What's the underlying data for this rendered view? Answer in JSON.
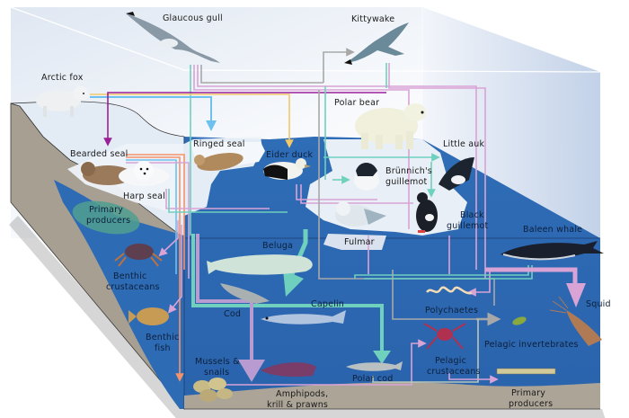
{
  "title": "Arctic marine food web",
  "colors": {
    "sky_top": "#ffffff",
    "sky_side": "#c5d4ea",
    "water": "#2e6bb5",
    "water_deep": "#2863ad",
    "seabed": "#aca497",
    "ice": "#e8eef6",
    "shore_side": "#a89f93",
    "link_pink": "#d9a3d6",
    "link_teal": "#6fd0bd",
    "link_blue": "#6ec0ee",
    "link_yellow": "#f2c96a",
    "link_purple": "#9c1f9a",
    "link_orange": "#f3936c",
    "link_mauve": "#b89bd0",
    "link_gray": "#a8a8a8"
  },
  "organisms": [
    {
      "id": "glaucous-gull",
      "label": "Glaucous gull",
      "icon": "gull-icon"
    },
    {
      "id": "kittywake",
      "label": "Kittywake",
      "icon": "kittiwake-icon"
    },
    {
      "id": "arctic-fox",
      "label": "Arctic fox",
      "icon": "fox-icon"
    },
    {
      "id": "polar-bear",
      "label": "Polar bear",
      "icon": "polar-bear-icon"
    },
    {
      "id": "ringed-seal",
      "label": "Ringed seal",
      "icon": "seal-icon"
    },
    {
      "id": "eider-duck",
      "label": "Eider duck",
      "icon": "duck-icon"
    },
    {
      "id": "bearded-seal",
      "label": "Bearded seal",
      "icon": "seal-icon"
    },
    {
      "id": "harp-seal",
      "label": "Harp seal",
      "icon": "seal-pup-icon"
    },
    {
      "id": "little-auk",
      "label": "Little auk",
      "icon": "auk-icon"
    },
    {
      "id": "brunnichs-guillemot",
      "label": "Brünnich's guillemot",
      "icon": "guillemot-icon"
    },
    {
      "id": "black-guillemot",
      "label": "Black guillemot",
      "icon": "guillemot-icon"
    },
    {
      "id": "fulmar",
      "label": "Fulmar",
      "icon": "fulmar-icon"
    },
    {
      "id": "primary-producers-shelf",
      "label": "Primary producers",
      "icon": "algae-icon"
    },
    {
      "id": "benthic-crustaceans",
      "label": "Benthic crustaceans",
      "icon": "crab-icon"
    },
    {
      "id": "benthic-fish",
      "label": "Benthic fish",
      "icon": "flatfish-icon"
    },
    {
      "id": "beluga",
      "label": "Beluga",
      "icon": "beluga-icon"
    },
    {
      "id": "baleen-whale",
      "label": "Baleen whale",
      "icon": "whale-icon"
    },
    {
      "id": "cod",
      "label": "Cod",
      "icon": "cod-icon"
    },
    {
      "id": "capelin",
      "label": "Capelin",
      "icon": "capelin-icon"
    },
    {
      "id": "polychaetes",
      "label": "Polychaetes",
      "icon": "worm-icon"
    },
    {
      "id": "squid",
      "label": "Squid",
      "icon": "squid-icon"
    },
    {
      "id": "pelagic-invertebrates",
      "label": "Pelagic invertebrates",
      "icon": "copepod-icon"
    },
    {
      "id": "pelagic-crustaceans",
      "label": "Pelagic crustaceans",
      "icon": "spider-crab-icon"
    },
    {
      "id": "mussels-snails",
      "label": "Mussels & snails",
      "icon": "mussel-icon"
    },
    {
      "id": "amphipods",
      "label": "Amphipods, krill & prawns",
      "icon": "prawn-icon"
    },
    {
      "id": "polar-cod",
      "label": "Polar cod",
      "icon": "polar-cod-icon"
    },
    {
      "id": "primary-producers-pelagic",
      "label": "Primary producers",
      "icon": "diatom-icon"
    }
  ],
  "labels": {
    "glaucous_gull": "Glaucous gull",
    "kittywake": "Kittywake",
    "arctic_fox": "Arctic fox",
    "polar_bear": "Polar bear",
    "ringed_seal": "Ringed seal",
    "eider_duck": "Eider duck",
    "bearded_seal": "Bearded seal",
    "harp_seal": "Harp seal",
    "little_auk": "Little auk",
    "brunnich_1": "Brünnich's",
    "brunnich_2": "guillemot",
    "black_guillemot_1": "Black",
    "black_guillemot_2": "guillemot",
    "fulmar": "Fulmar",
    "primary_shelf_1": "Primary",
    "primary_shelf_2": "producers",
    "benthic_crust_1": "Benthic",
    "benthic_crust_2": "crustaceans",
    "benthic_fish_1": "Benthic",
    "benthic_fish_2": "fish",
    "beluga": "Beluga",
    "baleen_whale": "Baleen whale",
    "cod": "Cod",
    "capelin": "Capelin",
    "polychaetes": "Polychaetes",
    "squid": "Squid",
    "pelagic_invert": "Pelagic invertebrates",
    "pelagic_crust_1": "Pelagic",
    "pelagic_crust_2": "crustaceans",
    "mussels_1": "Mussels &",
    "mussels_2": "snails",
    "amphipods_1": "Amphipods,",
    "amphipods_2": "krill & prawns",
    "polar_cod": "Polar cod",
    "primary_pelagic_1": "Primary",
    "primary_pelagic_2": "producers"
  }
}
